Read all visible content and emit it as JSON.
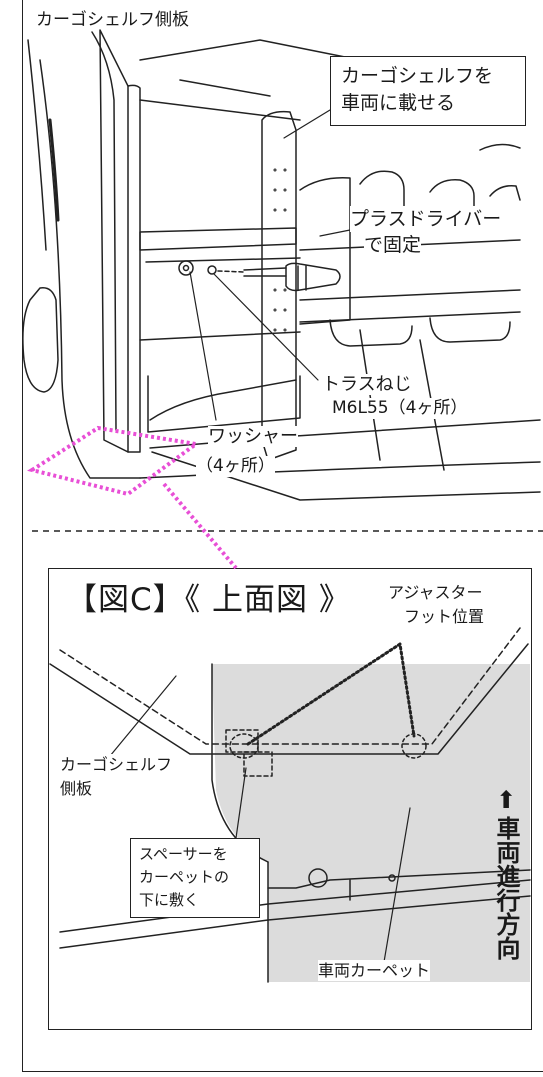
{
  "labels": {
    "side_panel": "カーゴシェルフ側板",
    "load_step": [
      "カーゴシェルフを",
      "車両に載せる"
    ],
    "screwdriver": [
      "プラスドライバー",
      "で固定"
    ],
    "truss_screw": [
      "トラスねじ",
      "M6L55（4ヶ所）"
    ],
    "washer": [
      "ワッシャー",
      "（4ヶ所）"
    ]
  },
  "figure_c": {
    "title": "【図C】《 上面図 》",
    "adjuster": [
      "アジャスター",
      "フット位置"
    ],
    "side_panel": [
      "カーゴシェルフ",
      "側板"
    ],
    "spacer": [
      "スペーサーを",
      "カーペットの",
      "下に敷く"
    ],
    "carpet": "車両カーペット",
    "direction_arrow": "⬆",
    "direction_text": "車両進行方向"
  },
  "colors": {
    "line": "#222222",
    "highlight": "#e84fd6",
    "carpet_fill": "#dcdcdc"
  }
}
